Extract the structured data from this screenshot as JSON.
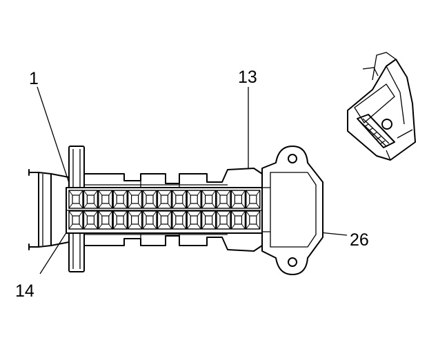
{
  "labels": {
    "pin_1": "1",
    "pin_13": "13",
    "pin_14": "14",
    "pin_26": "26"
  },
  "connector": {
    "rows": 2,
    "cavities_per_row": 13
  },
  "colors": {
    "line": "#000000",
    "background": "#ffffff"
  }
}
